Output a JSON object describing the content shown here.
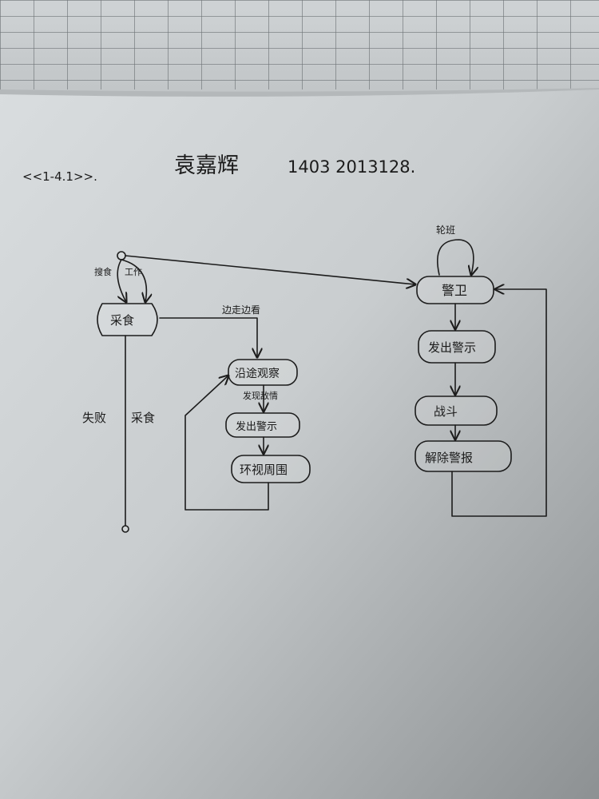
{
  "header": {
    "ref": "<<1-4.1>>.",
    "name": "袁嘉辉",
    "student_id": "1403 2013128."
  },
  "diagram": {
    "left_nodes": [
      {
        "id": "main",
        "label": "采食"
      },
      {
        "id": "observe",
        "label": "沿途观察"
      },
      {
        "id": "alert",
        "label": "发出警示"
      },
      {
        "id": "scan",
        "label": "环视周围"
      }
    ],
    "right_nodes": [
      {
        "id": "guard",
        "label": "警卫"
      },
      {
        "id": "warn",
        "label": "发出警示"
      },
      {
        "id": "fight",
        "label": "战斗"
      },
      {
        "id": "dismiss",
        "label": "解除警报"
      }
    ],
    "edge_labels": {
      "loop_a": "搜食",
      "loop_b": "工作",
      "to_observe": "边走边看",
      "found": "发现敌情",
      "self_loop": "轮班",
      "fail": "失败",
      "vertical": "采食"
    }
  }
}
